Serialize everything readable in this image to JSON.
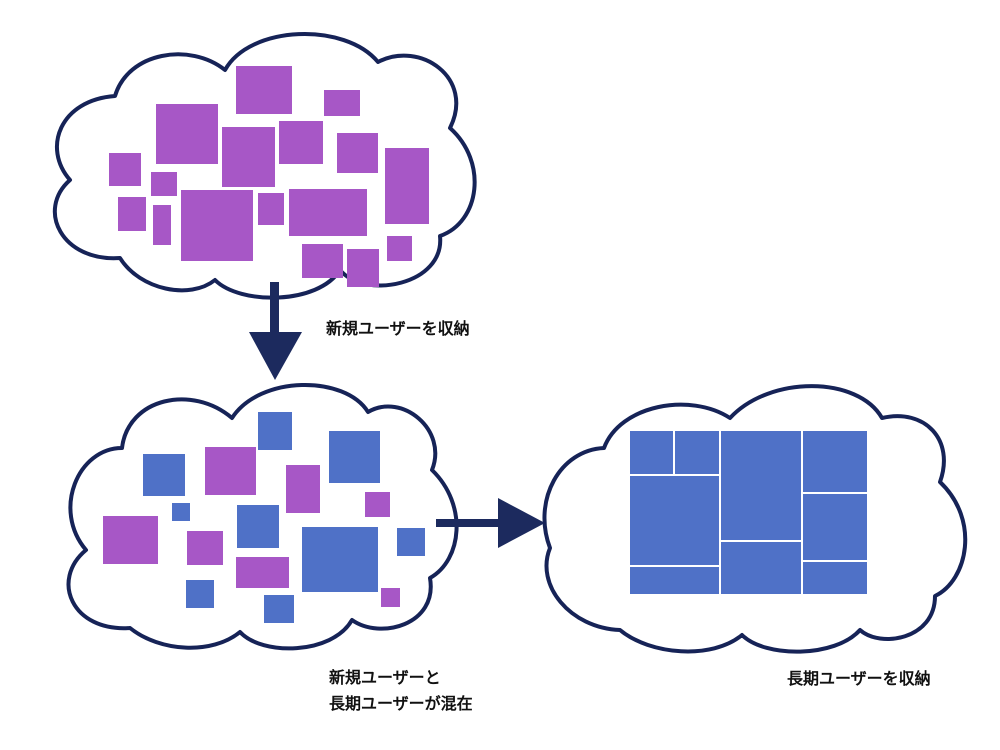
{
  "colors": {
    "outline": "#162357",
    "arrow": "#1c2a5e",
    "new_user": "#a757c6",
    "long_term_user": "#4f71c7",
    "label_text": "#111111",
    "background": "#ffffff"
  },
  "labels": {
    "store_new_users": "新規ユーザーを収納",
    "mixed_line1": "新規ユーザーと",
    "mixed_line2": "長期ユーザーが混在",
    "store_long_term_users": "長期ユーザーを収納"
  }
}
